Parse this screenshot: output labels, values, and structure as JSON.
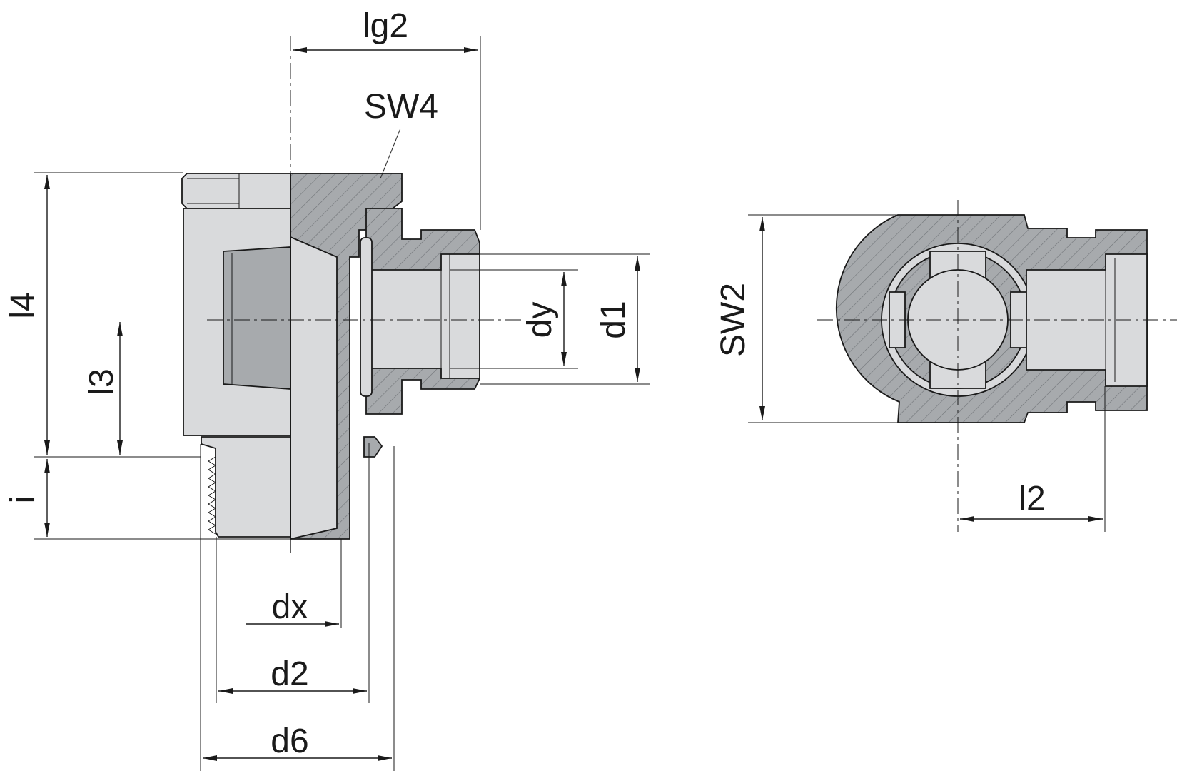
{
  "drawing": {
    "labels": {
      "lg2": "lg2",
      "sw4": "SW4",
      "l4": "l4",
      "l3": "l3",
      "i": "i",
      "dy": "dy",
      "d1": "d1",
      "dx": "dx",
      "d2": "d2",
      "d6": "d6",
      "sw2": "SW2",
      "l2": "l2"
    },
    "colors": {
      "line": "#1a1a1a",
      "section_fill": "#a7aaad",
      "body_fill": "#d9dadc",
      "background": "#ffffff"
    }
  }
}
